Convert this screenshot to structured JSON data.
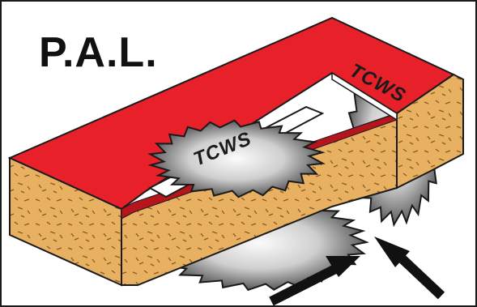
{
  "title": "P.A.L.",
  "blade_brand_front": "TCWS",
  "blade_brand_back": "TCWS",
  "icons": [
    "saw-blade-icon",
    "saw-blade-icon",
    "saw-blade-icon",
    "arrow-icon",
    "arrow-icon"
  ],
  "colors": {
    "panel_face_top": "#e8202a",
    "panel_core": "#e8b061",
    "blade_light": "#f4f4f4",
    "blade_dark": "#5a5a5a",
    "arrow": "#111111",
    "outline": "#1a1a1a"
  }
}
